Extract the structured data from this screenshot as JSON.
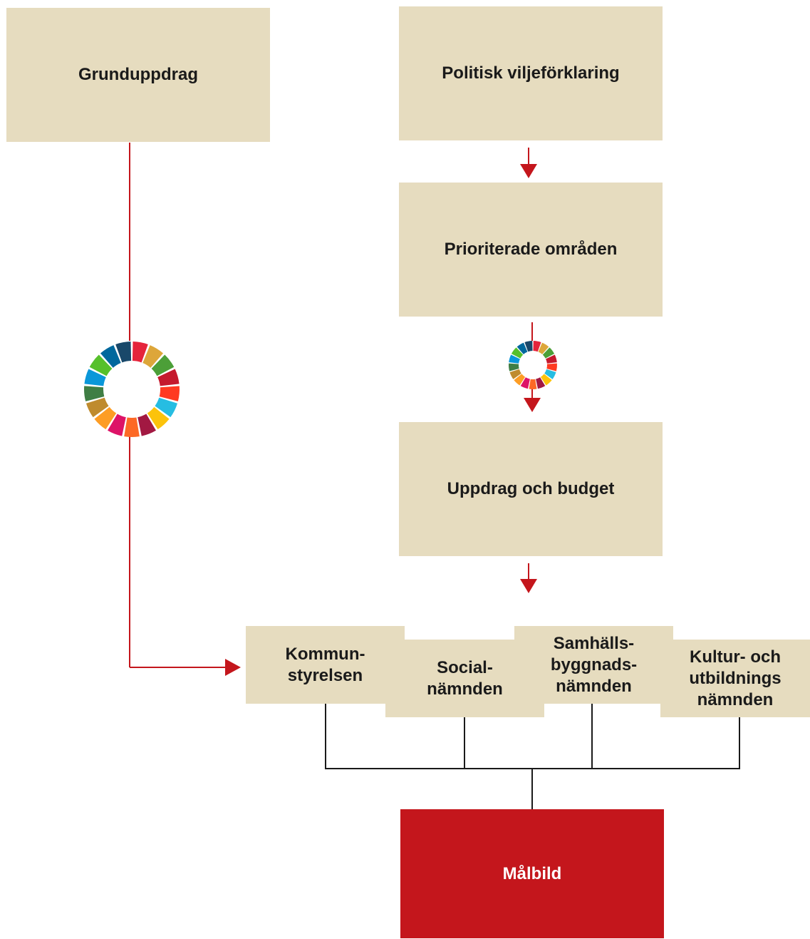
{
  "boxes": {
    "grunduppdrag": "Grunduppdrag",
    "politisk": "Politisk viljeförklaring",
    "prioriterade": "Prioriterade områden",
    "uppdrag_budget": "Uppdrag och budget",
    "kommunstyrelsen": "Kommun-\nstyrelsen",
    "socialnamnden": "Social-\nnämnden",
    "samhallsbyggnads": "Samhälls-\nbyggnads-\nnämnden",
    "kultur_utbildning": "Kultur- och\nutbildnings\nnämnden",
    "malbild": "Målbild"
  },
  "colors": {
    "box_fill": "#e6dcbf",
    "target_fill": "#c4161c",
    "arrow": "#c4161c",
    "connector": "#1a1a1a"
  },
  "icons": {
    "goal_wheel_large": "sdg-wheel-icon",
    "goal_wheel_small": "sdg-wheel-icon"
  },
  "sdg_colors": [
    "#E5243B",
    "#DDA63A",
    "#4C9F38",
    "#C5192D",
    "#FF3A21",
    "#26BDE2",
    "#FCC30B",
    "#A21942",
    "#FD6925",
    "#DD1367",
    "#FD9D24",
    "#BF8B2E",
    "#3F7E44",
    "#0A97D9",
    "#56C02B",
    "#00689D",
    "#19486A"
  ]
}
